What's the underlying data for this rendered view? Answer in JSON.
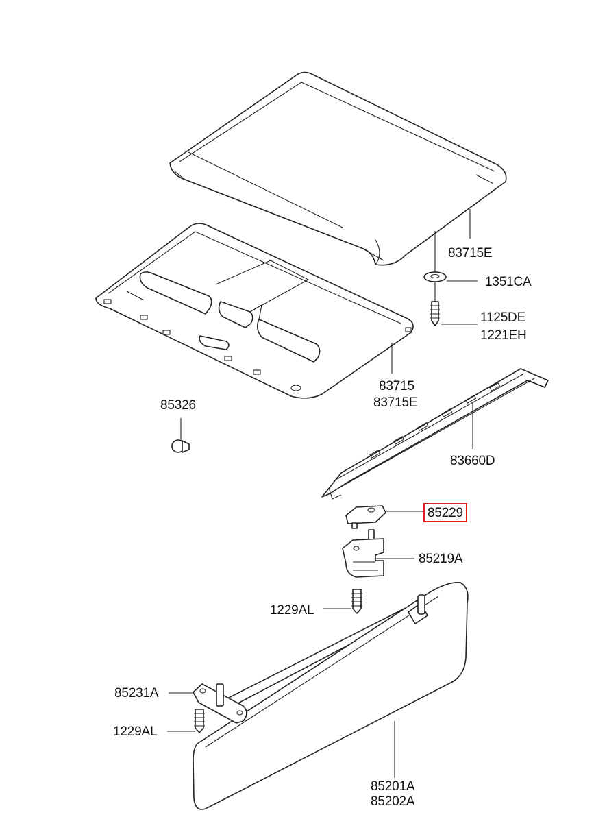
{
  "labels": {
    "p83715E_top": "83715E",
    "p1351CA": "1351CA",
    "p1125DE": "1125DE",
    "p1221EH": "1221EH",
    "p83715": "83715",
    "p83715E": "83715E",
    "p85326": "85326",
    "p83660D": "83660D",
    "p85229": "85229",
    "p85219A": "85219A",
    "p1229AL_a": "1229AL",
    "p85231A": "85231A",
    "p1229AL_b": "1229AL",
    "p85201A": "85201A",
    "p85202A": "85202A"
  },
  "highlight_color": "#e02020"
}
